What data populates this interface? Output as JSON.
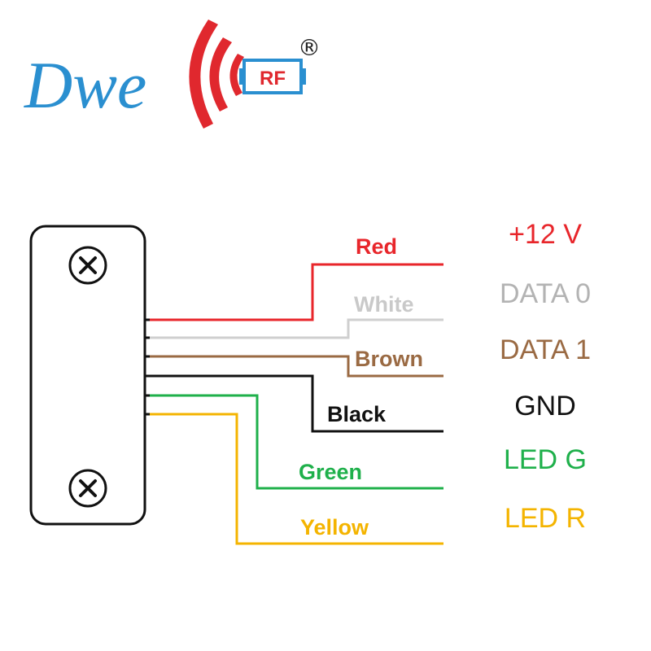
{
  "brand": {
    "name": "Dwe",
    "badge": "RF",
    "registered": "®",
    "colors": {
      "blue": "#2a8fd0",
      "red": "#e0282e"
    }
  },
  "reader": {
    "screw_icons": [
      "screw-icon",
      "screw-icon"
    ]
  },
  "wires": [
    {
      "color_name": "Red",
      "signal": "+12 V",
      "wire_color": "#e8262b",
      "label_color": "#e8262b",
      "signal_color": "#e8262b"
    },
    {
      "color_name": "White",
      "signal": "DATA 0",
      "wire_color": "#cfcfcf",
      "label_color": "#c9c9c9",
      "signal_color": "#b3b3b3"
    },
    {
      "color_name": "Brown",
      "signal": "DATA 1",
      "wire_color": "#9a6a43",
      "label_color": "#9a6a43",
      "signal_color": "#9a6a43"
    },
    {
      "color_name": "Black",
      "signal": "GND",
      "wire_color": "#111111",
      "label_color": "#111111",
      "signal_color": "#111111"
    },
    {
      "color_name": "Green",
      "signal": "LED G",
      "wire_color": "#1fb04b",
      "label_color": "#1fb04b",
      "signal_color": "#1fb04b"
    },
    {
      "color_name": "Yellow",
      "signal": "LED R",
      "wire_color": "#f4b400",
      "label_color": "#f4b400",
      "signal_color": "#f4b400"
    }
  ]
}
